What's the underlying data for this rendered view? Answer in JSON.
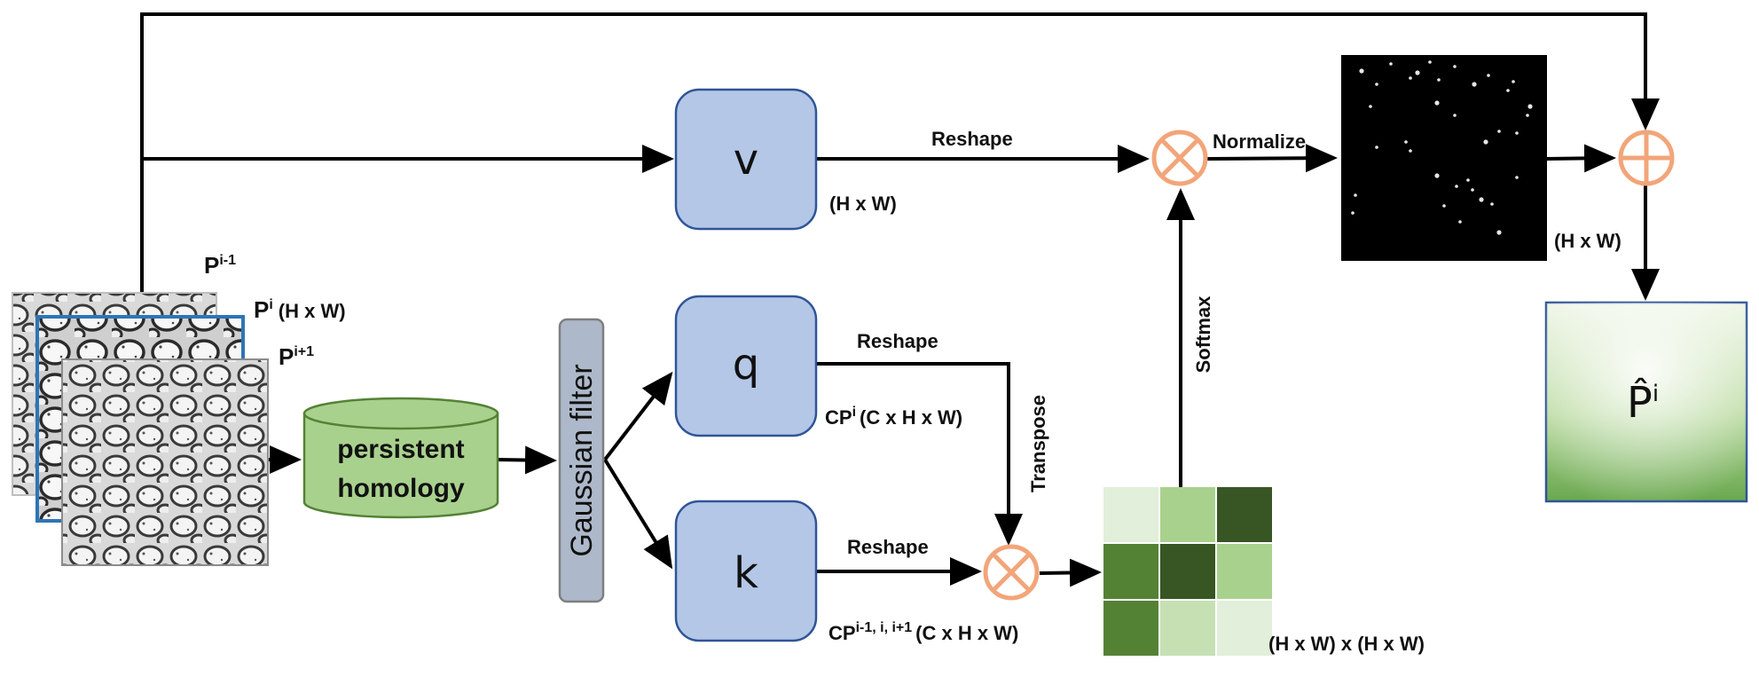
{
  "diagram": {
    "slices": {
      "prev_label_base": "P",
      "prev_label_sup": "i-1",
      "cur_label_base": "P",
      "cur_label_sup": "i",
      "cur_dims": "(H x W)",
      "next_label_base": "P",
      "next_label_sup": "i+1"
    },
    "persistent_homology": {
      "line1": "persistent",
      "line2": "homology"
    },
    "gaussian_filter": "Gaussian filter",
    "v_box": "v",
    "q_box": "q",
    "k_box": "k",
    "v_reshape": "Reshape",
    "v_dims": "(H x W)",
    "q_reshape": "Reshape",
    "q_cp_base": "CP",
    "q_cp_sup": "i",
    "q_cp_dims": "(C x H x W)",
    "k_reshape": "Reshape",
    "k_cp_base": "CP",
    "k_cp_sup": "i-1, i, i+1",
    "k_cp_dims": "(C x H x W)",
    "transpose": "Transpose",
    "softmax": "Softmax",
    "normalize": "Normalize",
    "matrix_dims": "(H x W)  x (H x W)",
    "map_dims": "(H x W)",
    "output_label": "P̂",
    "output_sup": "i",
    "colors": {
      "box_fill": "#b4c7e7",
      "box_stroke": "#2f5597",
      "cylinder_fill": "#a9d18e",
      "cylinder_stroke": "#548235",
      "gauss_fill": "#adb9ca",
      "gauss_stroke": "#7f7f7f",
      "op_stroke": "#f4b183",
      "output_top": "#e9f3e1",
      "output_bottom": "#6aa84f",
      "output_stroke": "#2f5597",
      "matrix_colors": [
        "#e2efda",
        "#a9d18e",
        "#375623",
        "#548235",
        "#375623",
        "#a9d18e",
        "#548235",
        "#c6e0b4",
        "#e2efda"
      ]
    }
  }
}
